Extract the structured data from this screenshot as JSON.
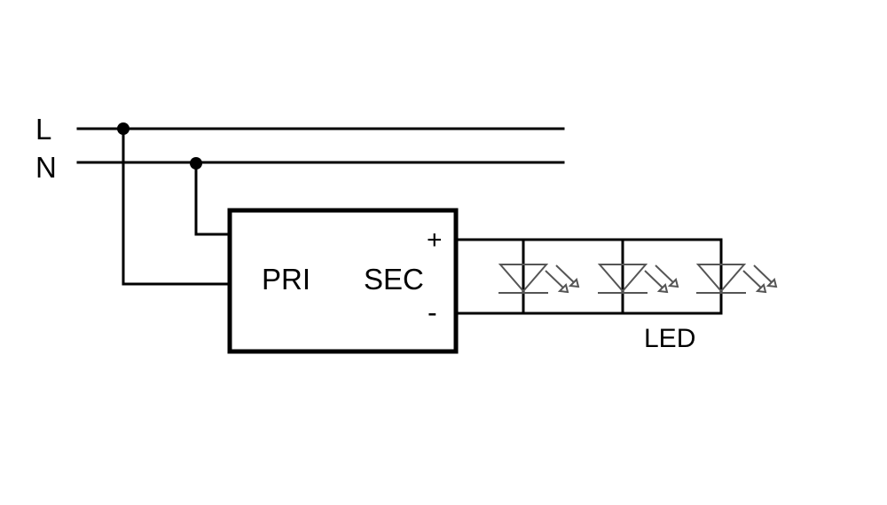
{
  "lines": {
    "line_label": "L",
    "neutral_label": "N"
  },
  "driver": {
    "primary_label": "PRI",
    "secondary_label": "SEC",
    "positive_label": "+",
    "negative_label": "-"
  },
  "load": {
    "label": "LED",
    "led_count": 3
  },
  "colors": {
    "wire": "#000000",
    "led": "#555555",
    "background": "#ffffff"
  }
}
